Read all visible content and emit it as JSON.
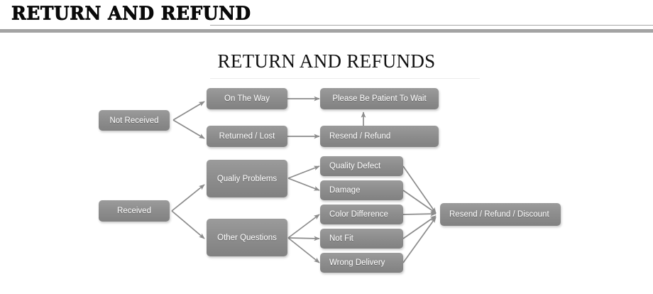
{
  "header": {
    "title": "RETURN AND REFUND",
    "rule_color": "#a8a8a8",
    "bar_color": "#a3a3a3"
  },
  "diagram": {
    "title": "RETURN AND REFUNDS",
    "node_fill_top": "#9b9b9b",
    "node_fill_bottom": "#818181",
    "node_text_color": "#ffffff",
    "arrow_color": "#8c8c8c",
    "nodes": {
      "not_received": "Not Received",
      "on_the_way": "On The Way",
      "returned_lost": "Returned / Lost",
      "please_wait": "Please Be Patient To Wait",
      "resend_refund": "Resend / Refund",
      "received": "Received",
      "quality_problems": "Qualiy Problems",
      "other_questions": "Other Questions",
      "quality_defect": "Quality Defect",
      "damage": "Damage",
      "color_difference": "Color Difference",
      "not_fit": "Not Fit",
      "wrong_delivery": "Wrong Delivery",
      "resend_refund_discount": "Resend / Refund / Discount"
    }
  }
}
